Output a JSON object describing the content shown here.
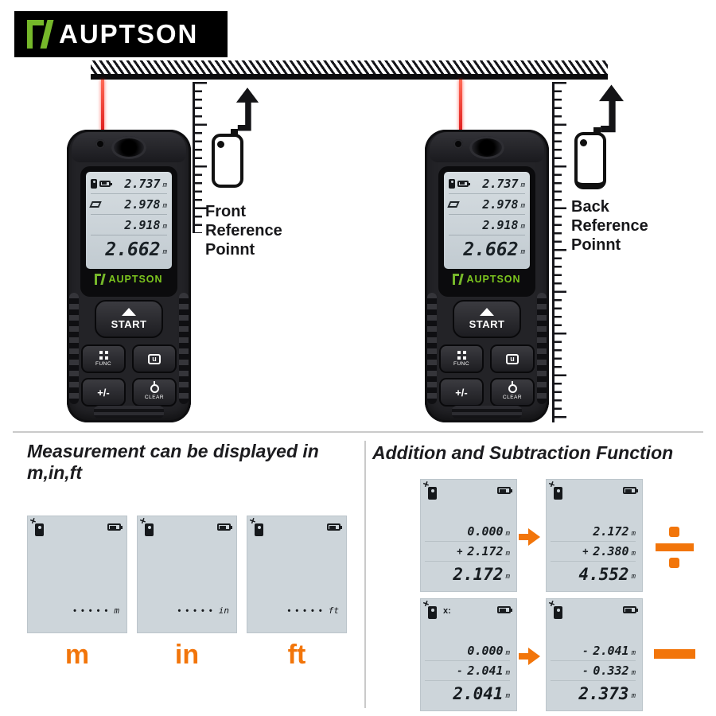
{
  "brand": {
    "name": "AUPTSON"
  },
  "reference": {
    "front": {
      "line1": "Front",
      "line2": "Reference",
      "line3": "Poinnt"
    },
    "back": {
      "line1": "Back",
      "line2": "Reference",
      "line3": "Poinnt"
    }
  },
  "device": {
    "display": {
      "rows": [
        {
          "value": "2.737",
          "unit": "m"
        },
        {
          "value": "2.978",
          "unit": "m"
        },
        {
          "value": "2.918",
          "unit": "m"
        },
        {
          "value": "2.662",
          "unit": "m"
        }
      ],
      "logo": "AUPTSON"
    },
    "buttons": {
      "start": "START",
      "func": "FUNC",
      "u": "u",
      "plus_minus": "+/-",
      "clear": "CLEAR"
    }
  },
  "units_section": {
    "title_line1": "Measurement can be displayed in",
    "title_line2": "m,in,ft",
    "screens": [
      {
        "dashes": "•••••",
        "unit": "m"
      },
      {
        "dashes": "•••••",
        "unit": "in"
      },
      {
        "dashes": "•••••",
        "unit": "ft"
      }
    ],
    "labels": [
      "m",
      "in",
      "ft"
    ]
  },
  "calc_section": {
    "title": "Addition and Subtraction Function",
    "screens": [
      {
        "tag": "",
        "row1": {
          "op": "",
          "value": "0.000",
          "unit": "m"
        },
        "row2": {
          "op": "+",
          "value": "2.172",
          "unit": "m"
        },
        "result": {
          "value": "2.172",
          "unit": "m"
        }
      },
      {
        "tag": "",
        "row1": {
          "op": "",
          "value": "2.172",
          "unit": "m"
        },
        "row2": {
          "op": "+",
          "value": "2.380",
          "unit": "m"
        },
        "result": {
          "value": "4.552",
          "unit": "m"
        }
      },
      {
        "tag": "x:",
        "row1": {
          "op": "",
          "value": "0.000",
          "unit": "m"
        },
        "row2": {
          "op": "-",
          "value": "2.041",
          "unit": "m"
        },
        "result": {
          "value": "2.041",
          "unit": "m"
        }
      },
      {
        "tag": "",
        "row1": {
          "op": "-",
          "value": "2.041",
          "unit": "m"
        },
        "row2": {
          "op": "-",
          "value": "0.332",
          "unit": "m"
        },
        "result": {
          "value": "2.373",
          "unit": "m"
        }
      }
    ]
  }
}
